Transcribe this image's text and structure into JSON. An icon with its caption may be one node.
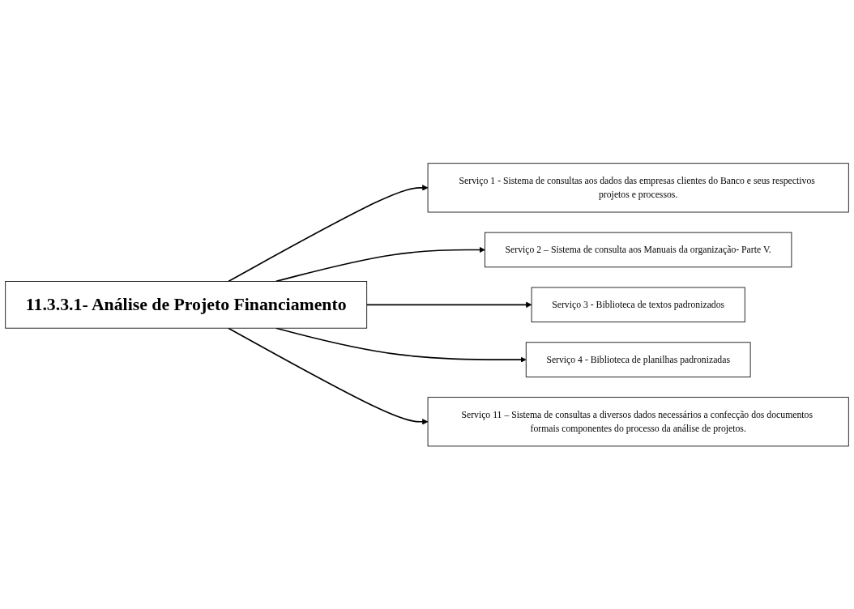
{
  "diagram": {
    "nodes": [
      {
        "text": [
          "11.3.3.1- Análise de Projeto Financiamento"
        ]
      },
      {
        "text": [
          "Serviço 1 - Sistema de consultas aos dados das empresas clientes do Banco e seus respectivos projetos e processos."
        ]
      },
      {
        "text": [
          "Serviço 2 – Sistema de consulta aos Manuais da organização- Parte V."
        ]
      },
      {
        "text": [
          "Serviço 3 - Biblioteca de textos padronizados"
        ]
      },
      {
        "text": [
          "Serviço 4 - Biblioteca de planilhas padronizadas"
        ]
      },
      {
        "text": [
          "Serviço 11 – Sistema de consultas a diversos dados necessários a confecção dos documentos formais componentes do processo da análise de projetos."
        ]
      }
    ],
    "edges": [
      {
        "from": 0,
        "to": 1,
        "arrow": "to"
      },
      {
        "from": 0,
        "to": 2,
        "arrow": "to"
      },
      {
        "from": 0,
        "to": 3,
        "arrow": "to"
      },
      {
        "from": 0,
        "to": 4,
        "arrow": "to"
      },
      {
        "from": 0,
        "to": 5,
        "arrow": "to"
      }
    ]
  }
}
